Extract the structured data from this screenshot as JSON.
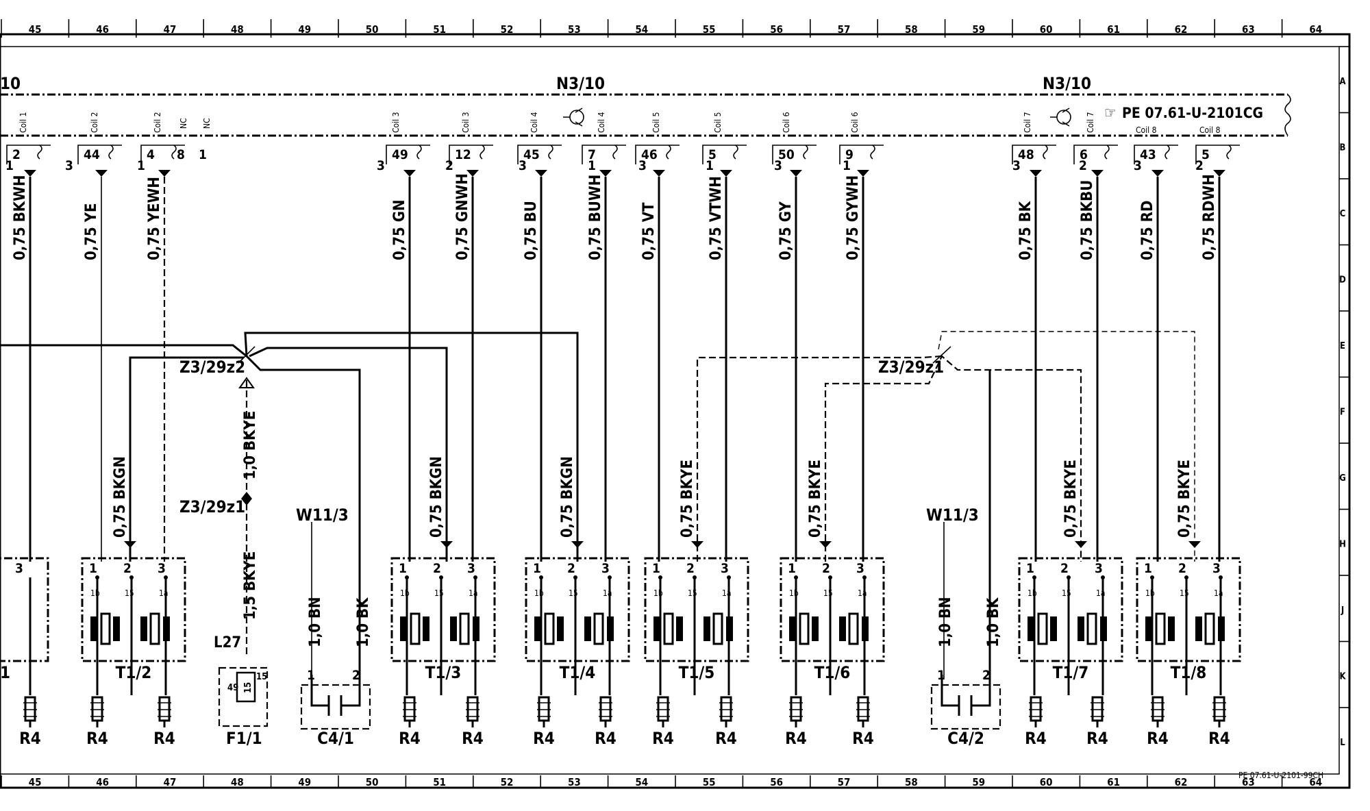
{
  "ruler": [
    "45",
    "46",
    "47",
    "48",
    "49",
    "50",
    "51",
    "52",
    "53",
    "54",
    "55",
    "56",
    "57",
    "58",
    "59",
    "60",
    "61",
    "62",
    "63",
    "64"
  ],
  "rows": [
    "A",
    "B",
    "C",
    "D",
    "E",
    "F",
    "G",
    "H",
    "J",
    "K",
    "L"
  ],
  "page_code": "PE 07.61-U-2101-99CH",
  "ecu": {
    "label_left": "10",
    "label_mid": "N3/10",
    "label_right": "N3/10",
    "reference": "PE 07.61-U-2101CG",
    "coils": [
      "Coil 1",
      "Coil 2",
      "Coil 2",
      "Coil 3",
      "Coil 3",
      "Coil 4",
      "Coil 4",
      "Coil 5",
      "Coil 5",
      "Coil 6",
      "Coil 6",
      "Coil 7",
      "Coil 7",
      "Coil 8",
      "Coil 8"
    ],
    "nc": [
      "NC",
      "NC"
    ]
  },
  "pins": [
    "2",
    "44",
    "4",
    "8",
    "1",
    "49",
    "12",
    "45",
    "7",
    "46",
    "5",
    "50",
    "9",
    "48",
    "6",
    "43",
    "5"
  ],
  "pin_prefix": [
    "1",
    "3",
    "1",
    "3",
    "2",
    "3",
    "1",
    "3",
    "1",
    "3",
    "1",
    "3",
    "2",
    "3",
    "2"
  ],
  "wires": [
    "0,75 BKWH",
    "0,75 YE",
    "0,75 YEWH",
    "0,75 GN",
    "0,75 GNWH",
    "0,75 BU",
    "0,75 BUWH",
    "0,75 VT",
    "0,75 VTWH",
    "0,75 GY",
    "0,75 GYWH",
    "0,75 BK",
    "0,75 BKBU",
    "0,75 RD",
    "0,75 RDWH"
  ],
  "bkgn": [
    "0,75 BKGN",
    "0,75 BKGN",
    "0,75 BKGN"
  ],
  "bkye": [
    "0,75 BKYE",
    "0,75 BKYE",
    "0,75 BKYE",
    "0,75 BKYE"
  ],
  "splices": [
    "Z3/29z2",
    "Z3/29z1",
    "Z3/29z1"
  ],
  "feed": [
    "1,0 BKYE",
    "1,5 BKYE"
  ],
  "shield_labels": [
    "W11/3",
    "W11/3"
  ],
  "shield_wires": [
    "1,0 BN",
    "1,0 BK",
    "1,0 BN",
    "1,0 BK"
  ],
  "coils_out": [
    "T1/2",
    "T1/3",
    "T1/4",
    "T1/5",
    "T1/6",
    "T1/7",
    "T1/8"
  ],
  "coil_left_partial": "1",
  "coil_pins": [
    "1",
    "2",
    "3"
  ],
  "coil_terms": [
    "1b",
    "15",
    "1a"
  ],
  "grounds": [
    "R4",
    "R4",
    "R4",
    "R4",
    "R4",
    "R4",
    "R4",
    "R4",
    "R4",
    "R4",
    "R4",
    "R4",
    "R4",
    "R4",
    "R4"
  ],
  "fuse": {
    "label": "F1/1",
    "conn": "L27",
    "t1": "49",
    "t2": "15",
    "t3": "15"
  },
  "caps": [
    "C4/1",
    "C4/2"
  ],
  "cap_pins": [
    "1",
    "2",
    "1",
    "2"
  ]
}
